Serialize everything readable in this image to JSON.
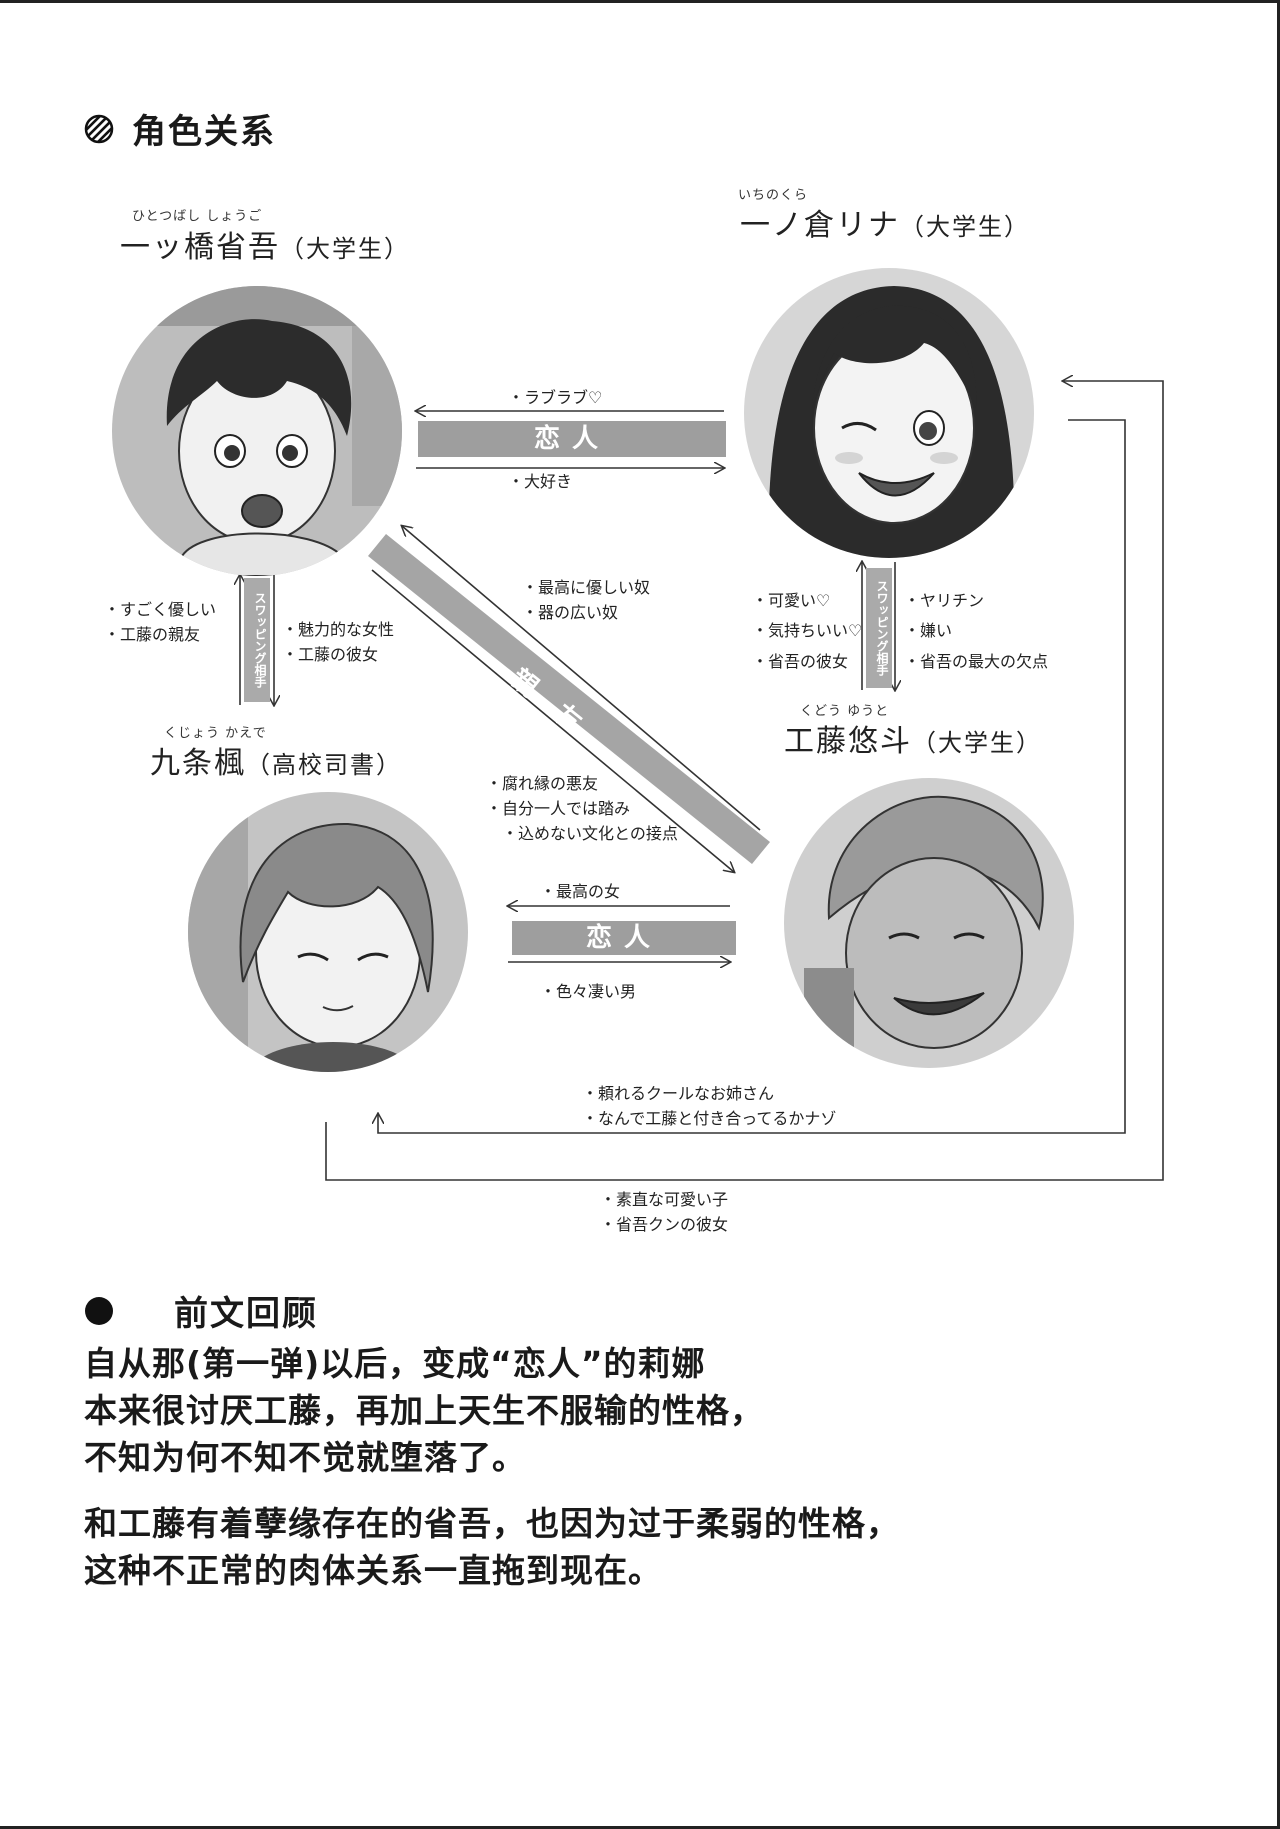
{
  "section_title": "角色关系",
  "characters": {
    "shogo": {
      "ruby": "ひとつばし しょうご",
      "name": "一ッ橋省吾",
      "role": "（大学生）"
    },
    "rina": {
      "ruby": "いちのくら",
      "name": "一ノ倉リナ",
      "role": "（大学生）"
    },
    "kaede": {
      "ruby": "くじょう かえで",
      "name": "九条楓",
      "role": "（高校司書）"
    },
    "yuto": {
      "ruby": "くどう ゆうと",
      "name": "工藤悠斗",
      "role": "（大学生）"
    }
  },
  "relations": {
    "top_pair_label": "恋人",
    "top_rina_to_shogo": [
      "ラブラブ♡"
    ],
    "top_shogo_to_rina": [
      "大好き"
    ],
    "bottom_pair_label": "恋人",
    "bottom_yuto_to_kaede": [
      "最高の女"
    ],
    "bottom_kaede_to_yuto": [
      "色々凄い男"
    ],
    "diagonal_label": "親友",
    "diag_yuto_to_shogo": [
      "最高に優しい奴",
      "器の広い奴"
    ],
    "diag_shogo_to_yuto": [
      "腐れ縁の悪友",
      "自分一人では踏み",
      "込めない文化との接点"
    ],
    "left_band": "スワッピング相手",
    "left_kaede_to_shogo": [
      "すごく優しい",
      "工藤の親友"
    ],
    "left_shogo_to_kaede": [
      "魅力的な女性",
      "工藤の彼女"
    ],
    "right_band": "スワッピング相手",
    "right_yuto_to_rina": [
      "可愛い♡",
      "気持ちいい♡",
      "省吾の彼女"
    ],
    "right_rina_to_yuto": [
      "ヤリチン",
      "嫌い",
      "省吾の最大の欠点"
    ],
    "rina_to_kaede": [
      "頼れるクールなお姉さん",
      "なんで工藤と付き合ってるかナゾ"
    ],
    "kaede_to_rina": [
      "素直な可愛い子",
      "省吾クンの彼女"
    ]
  },
  "recap": {
    "title": "前文回顾",
    "para1": [
      "自从那(第一弹)以后，变成“恋人”的莉娜",
      "本来很讨厌工藤，再加上天生不服输的性格，",
      "不知为何不知不觉就堕落了。"
    ],
    "para2": [
      "和工藤有着孽缘存在的省吾，也因为过于柔弱的性格，",
      "这种不正常的肉体关系一直拖到现在。"
    ]
  }
}
